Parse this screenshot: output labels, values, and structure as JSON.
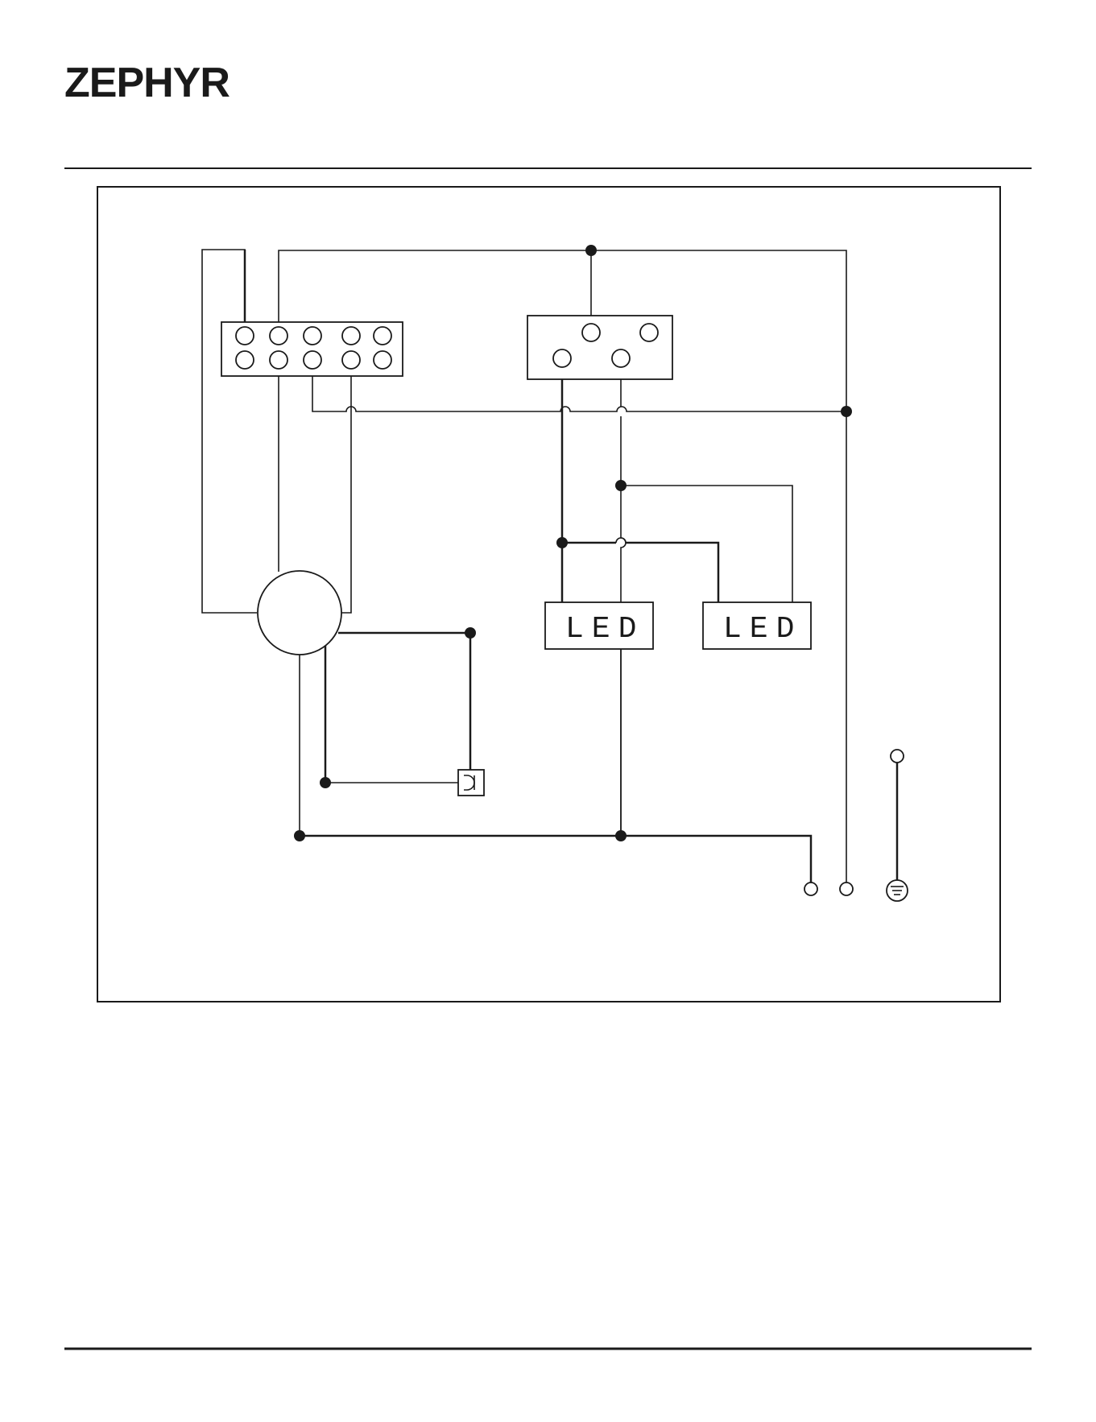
{
  "header": {
    "brand": "ZEPHYR"
  },
  "diagram": {
    "led_left_label": "LED",
    "led_right_label": "LED"
  },
  "colors": {
    "ink": "#1a1a1a",
    "background": "#ffffff"
  }
}
